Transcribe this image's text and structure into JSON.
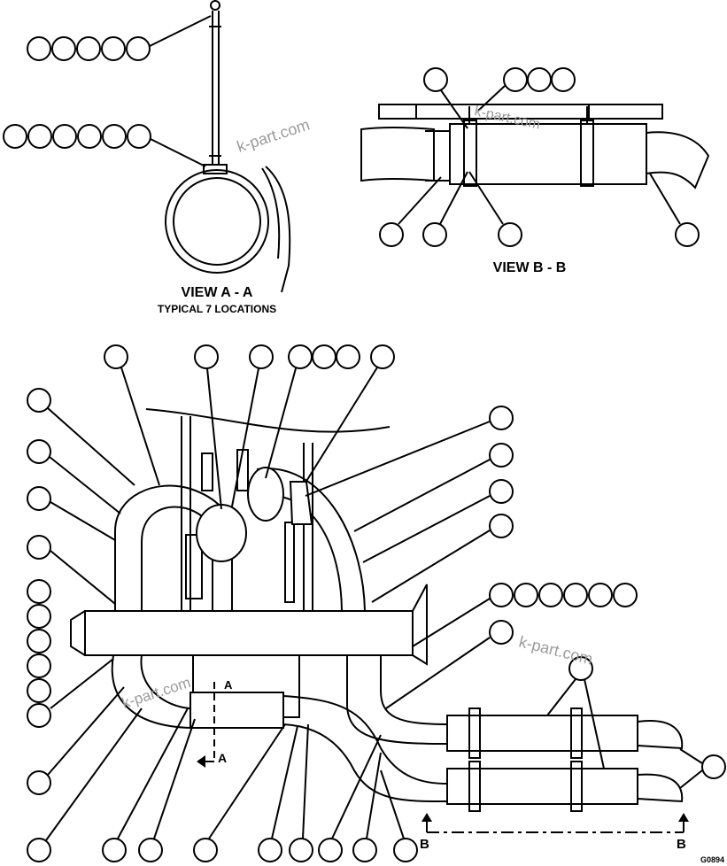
{
  "view_a": {
    "title": "VIEW A - A",
    "subtitle": "TYPICAL 7 LOCATIONS"
  },
  "view_b": {
    "title": "VIEW B - B"
  },
  "section_marks": {
    "a": "A",
    "b": "B"
  },
  "watermark": "k-part.com",
  "drawing_number": "G0894",
  "colors": {
    "line": "#000000",
    "background": "#ffffff",
    "watermark": "#9a9a9a"
  }
}
